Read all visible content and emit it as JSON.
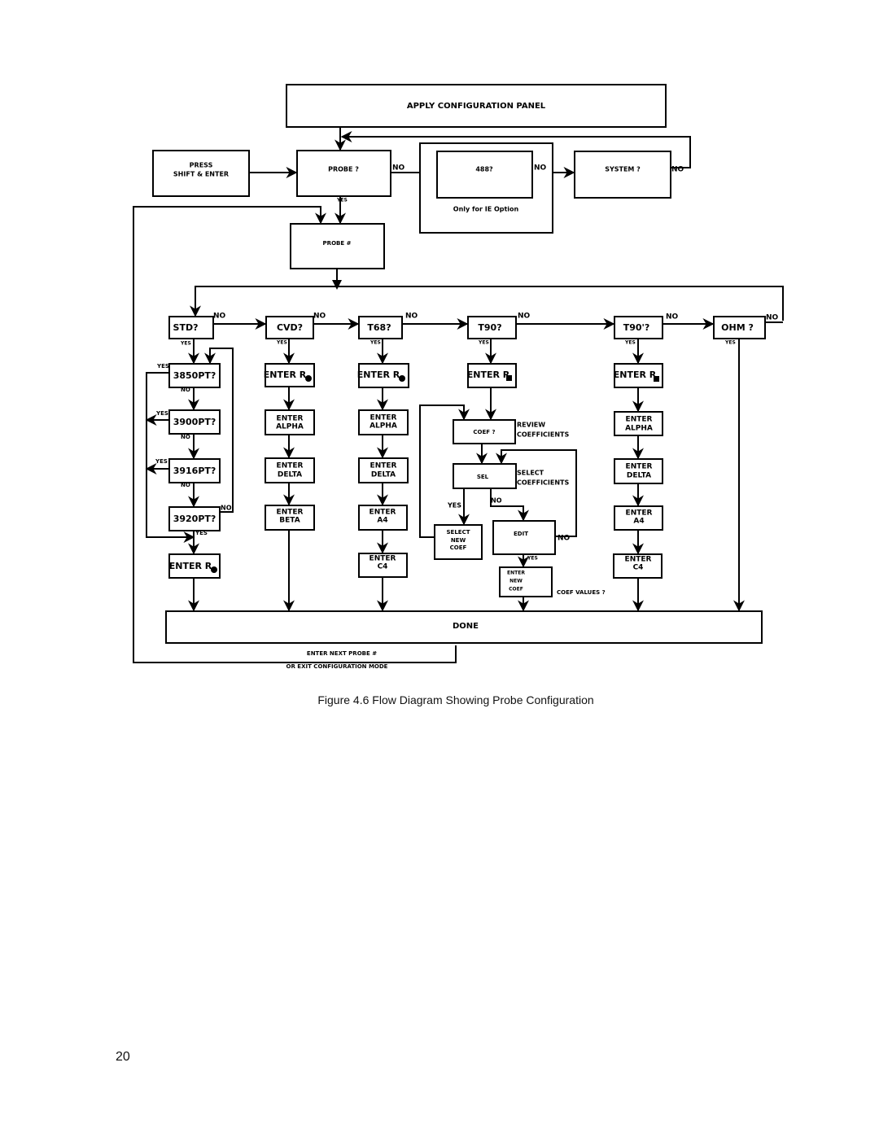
{
  "figure": {
    "caption": "Figure 4.6 Flow Diagram Showing Probe Configuration",
    "page_number": "20"
  },
  "nodes": {
    "apply_panel": "APPLY CONFIGURATION PANEL",
    "press_shift_enter": [
      "PRESS",
      "SHIFT & ENTER"
    ],
    "probe_q": "PROBE ?",
    "n488": "488?",
    "ie_note": "Only for IE Option",
    "system_q": "SYSTEM ?",
    "probe_num": "PROBE #",
    "std": "STD?",
    "cvd": "CVD?",
    "t68": "T68?",
    "t90": "T90?",
    "t90b": "T90'?",
    "ohm": "OHM ?",
    "pt3850": "3850PT?",
    "pt3900": "3900PT?",
    "pt3916": "3916PT?",
    "pt3920": "3920PT?",
    "enter_r0": "ENTER R",
    "enter_alpha": [
      "ENTER",
      "ALPHA"
    ],
    "enter_delta": [
      "ENTER",
      "DELTA"
    ],
    "enter_beta": [
      "ENTER",
      "BETA"
    ],
    "enter_a4": [
      "ENTER",
      "A4"
    ],
    "enter_c4": [
      "ENTER",
      "C4"
    ],
    "coef_q": "COEF ?",
    "review_coef": [
      "REVIEW",
      "COEFFICIENTS"
    ],
    "sel": "SEL",
    "select_coef": [
      "SELECT",
      "COEFFICIENTS"
    ],
    "select_new_coef": [
      "SELECT",
      "NEW",
      "COEF"
    ],
    "edit": "EDIT",
    "enter_new_coef": [
      "ENTER",
      "NEW",
      "COEF"
    ],
    "coef_values_q": "COEF VALUES ?",
    "done": "DONE",
    "enter_next": [
      "ENTER NEXT PROBE #",
      "OR EXIT CONFIGURATION MODE"
    ]
  },
  "labels": {
    "yes": "YES",
    "no": "NO"
  }
}
